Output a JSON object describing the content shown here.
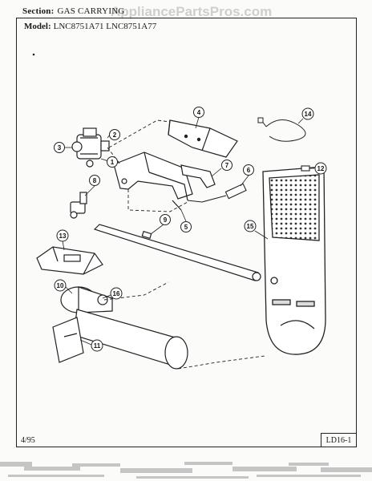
{
  "header": {
    "section_label": "Section:",
    "section_value": "GAS CARRYING",
    "model_label": "Model:",
    "model_value": "LNC8751A71  LNC8751A77",
    "watermark": "AppliancePartsPros.com"
  },
  "footer": {
    "date_code": "4/95",
    "page_code": "LD16-1"
  },
  "callouts": [
    "1",
    "2",
    "3",
    "4",
    "5",
    "6",
    "7",
    "8",
    "9",
    "10",
    "11",
    "12",
    "13",
    "14",
    "15",
    "16"
  ]
}
